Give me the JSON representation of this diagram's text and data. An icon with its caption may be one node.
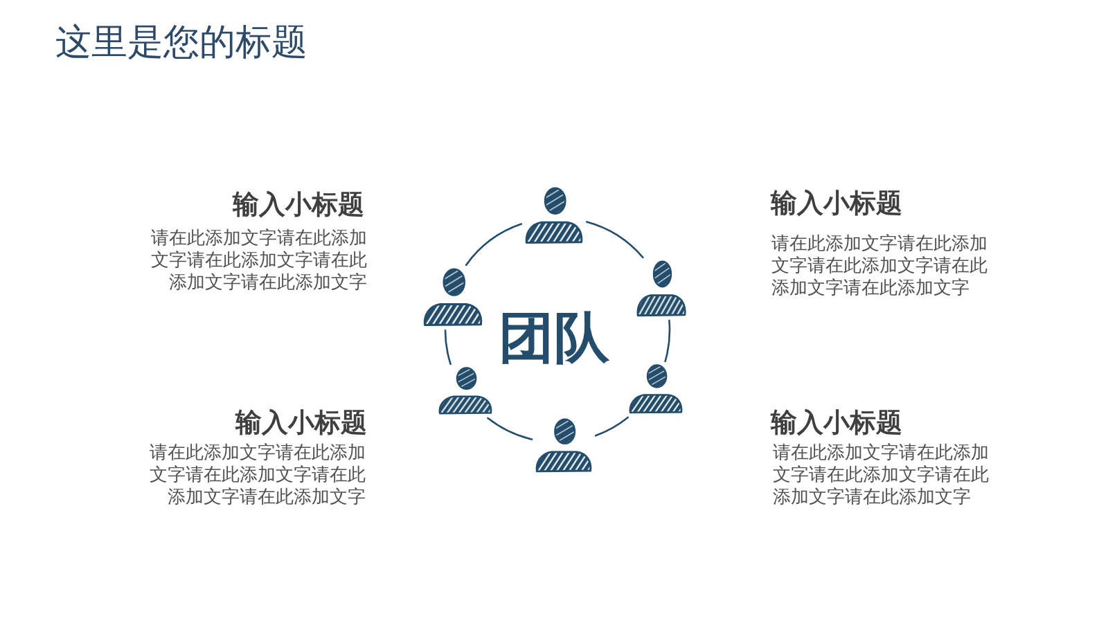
{
  "diagram": {
    "title": "这里是您的标题",
    "nodes": [
      {
        "text": [],
        "shape": "person"
      },
      {
        "text": [],
        "shape": "person"
      },
      {
        "text": [],
        "shape": "person"
      },
      {
        "text": [],
        "shape": "person"
      },
      {
        "text": [],
        "shape": "person"
      },
      {
        "text": [],
        "shape": "person"
      }
    ],
    "edges": [
      {
        "from": 0,
        "to": 2,
        "arrow": "none"
      },
      {
        "from": 2,
        "to": 4,
        "arrow": "none"
      },
      {
        "from": 4,
        "to": 5,
        "arrow": "none"
      },
      {
        "from": 5,
        "to": 3,
        "arrow": "none"
      },
      {
        "from": 3,
        "to": 1,
        "arrow": "none"
      },
      {
        "from": 1,
        "to": 0,
        "arrow": "none"
      }
    ],
    "labels": [
      "输入小标题",
      "请在此添加文字请在此添加文字请在此添加文字请在此添加文字请在此添加文字",
      "输入小标题",
      "请在此添加文字请在此添加文字请在此添加文字请在此添加文字请在此添加文字",
      "团队",
      "输入小标题",
      "请在此添加文字请在此添加文字请在此添加文字请在此添加文字请在此添加文字",
      "输入小标题",
      "请在此添加文字请在此添加文字请在此添加文字请在此添加文字请在此添加文字"
    ]
  }
}
